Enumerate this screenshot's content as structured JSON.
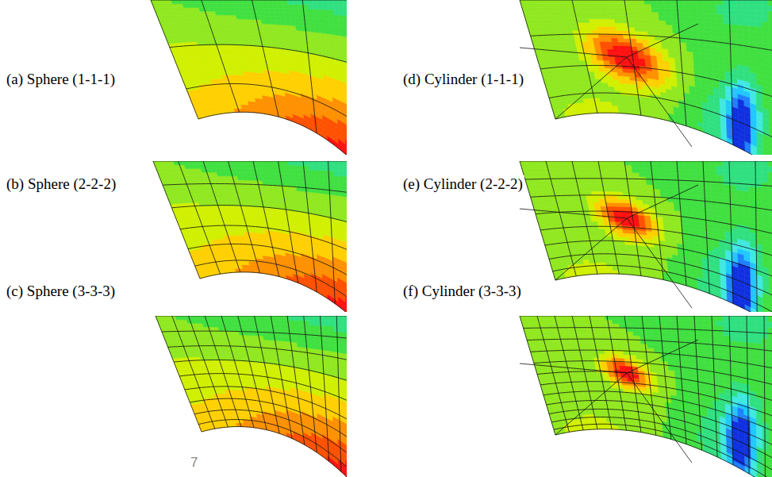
{
  "diagram": {
    "labels": [
      "(a) Sphere (1-1-1)",
      "(b) Sphere (2-2-2)",
      "(c) Sphere (3-3-3)",
      "(d) Cylinder (1-1-1)",
      "(e) Cylinder (2-2-2)",
      "(f) Cylinder (3-3-3)",
      "7"
    ]
  }
}
